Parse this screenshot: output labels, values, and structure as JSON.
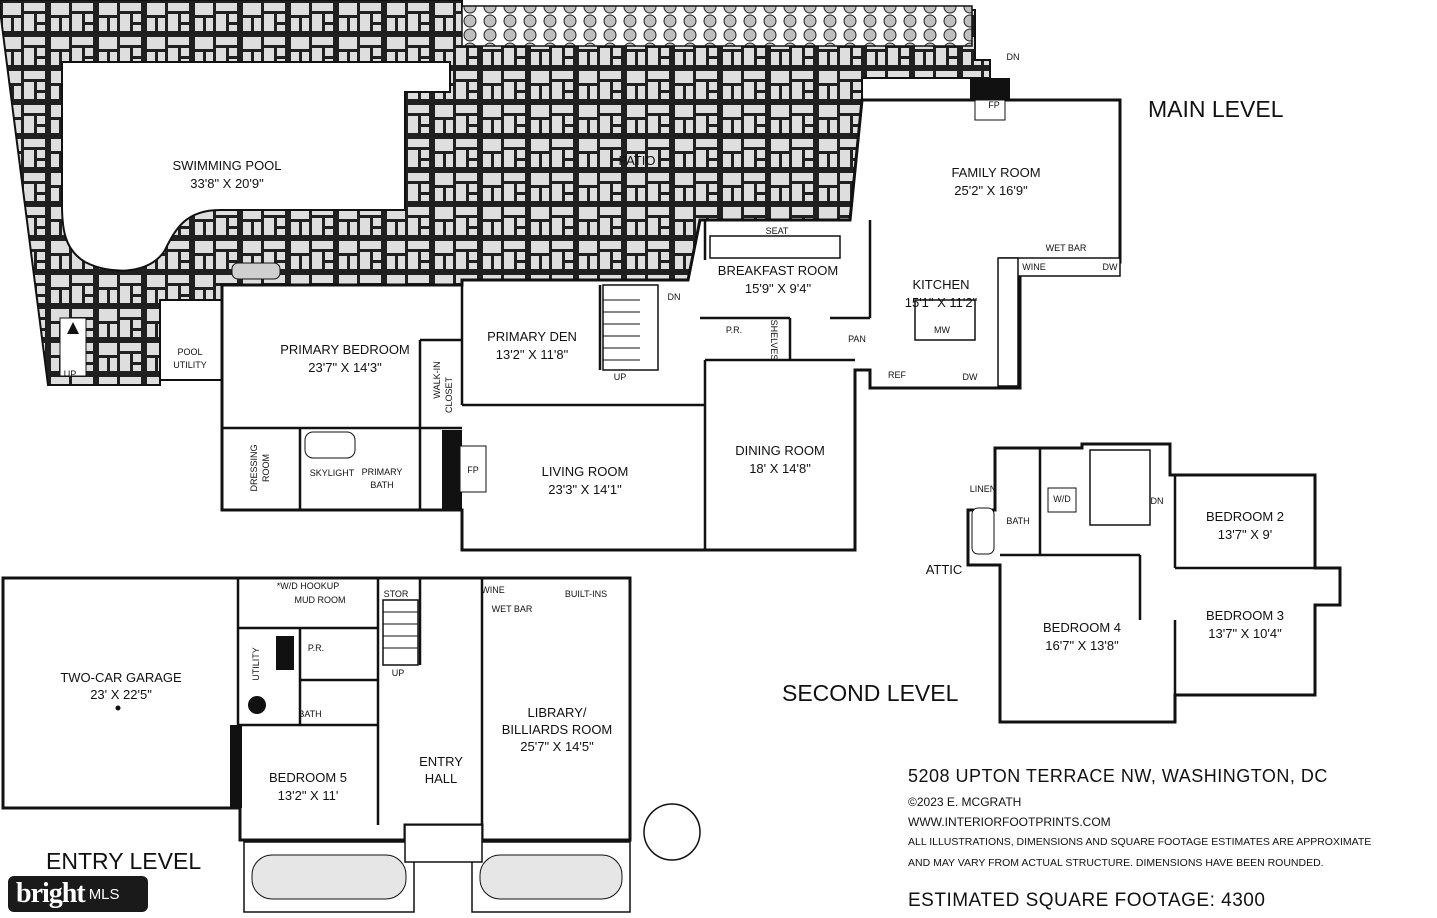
{
  "levels": {
    "main": "MAIN LEVEL",
    "second": "SECOND LEVEL",
    "entry": "ENTRY LEVEL"
  },
  "rooms": {
    "pool": {
      "name": "SWIMMING POOL",
      "dims": "33'8\" X 20'9\""
    },
    "patio": {
      "name": "PATIO"
    },
    "family": {
      "name": "FAMILY ROOM",
      "dims": "25'2\" X 16'9\""
    },
    "breakfast": {
      "name": "BREAKFAST ROOM",
      "dims": "15'9\" X 9'4\""
    },
    "kitchen": {
      "name": "KITCHEN",
      "dims": "15'1\" X 11'2\""
    },
    "primary_bedroom": {
      "name": "PRIMARY BEDROOM",
      "dims": "23'7\" X 14'3\""
    },
    "primary_den": {
      "name": "PRIMARY DEN",
      "dims": "13'2\" X 11'8\""
    },
    "living": {
      "name": "LIVING ROOM",
      "dims": "23'3\" X 14'1\""
    },
    "dining": {
      "name": "DINING ROOM",
      "dims": "18' X 14'8\""
    },
    "bedroom2": {
      "name": "BEDROOM 2",
      "dims": "13'7\" X 9'"
    },
    "bedroom3": {
      "name": "BEDROOM 3",
      "dims": "13'7\" X 10'4\""
    },
    "bedroom4": {
      "name": "BEDROOM 4",
      "dims": "16'7\" X 13'8\""
    },
    "garage": {
      "name": "TWO-CAR GARAGE",
      "dims": "23' X 22'5\""
    },
    "bedroom5": {
      "name": "BEDROOM 5",
      "dims": "13'2\" X 11'"
    },
    "library": {
      "name1": "LIBRARY/",
      "name2": "BILLIARDS ROOM",
      "dims": "25'7\" X 14'5\""
    }
  },
  "small_labels": {
    "pool_utility_1": "POOL",
    "pool_utility_2": "UTILITY",
    "walkin_1": "WALK-IN",
    "walkin_2": "CLOSET",
    "dressing_1": "DRESSING",
    "dressing_2": "ROOM",
    "primary_bath_1": "PRIMARY",
    "primary_bath_2": "BATH",
    "skylight": "SKYLIGHT",
    "fp": "FP",
    "seat": "SEAT",
    "wet_bar": "WET BAR",
    "pan": "PAN",
    "pr": "P.R.",
    "shelves": "SHELVES",
    "ref": "REF",
    "mw": "MW",
    "dw": "DW",
    "wine": "WINE",
    "up": "UP",
    "dn": "DN",
    "linen": "LINEN",
    "bath": "BATH",
    "wd": "W/D",
    "attic": "ATTIC",
    "mud_room": "MUD ROOM",
    "wd_hookup": "*W/D HOOKUP",
    "utility": "UTILITY",
    "stor": "STOR",
    "entry_hall_1": "ENTRY",
    "entry_hall_2": "HALL",
    "built_ins": "BUILT-INS",
    "wet_bar_lower": "WET BAR",
    "wine_lower": "WINE"
  },
  "info": {
    "address": "5208 UPTON TERRACE NW, WASHINGTON, DC",
    "copyright": "©2023 E. MCGRATH",
    "website": "WWW.INTERIORFOOTPRINTS.COM",
    "disclaimer1": "ALL ILLUSTRATIONS, DIMENSIONS AND SQUARE FOOTAGE ESTIMATES ARE APPROXIMATE",
    "disclaimer2": "AND MAY VARY FROM ACTUAL STRUCTURE. DIMENSIONS HAVE BEEN ROUNDED.",
    "sqft": "ESTIMATED SQUARE FOOTAGE: 4300"
  },
  "logo": {
    "brand": "bright",
    "suffix": "MLS"
  },
  "colors": {
    "line": "#111111",
    "paver_fill": "#dcdcdc",
    "background": "#ffffff"
  }
}
